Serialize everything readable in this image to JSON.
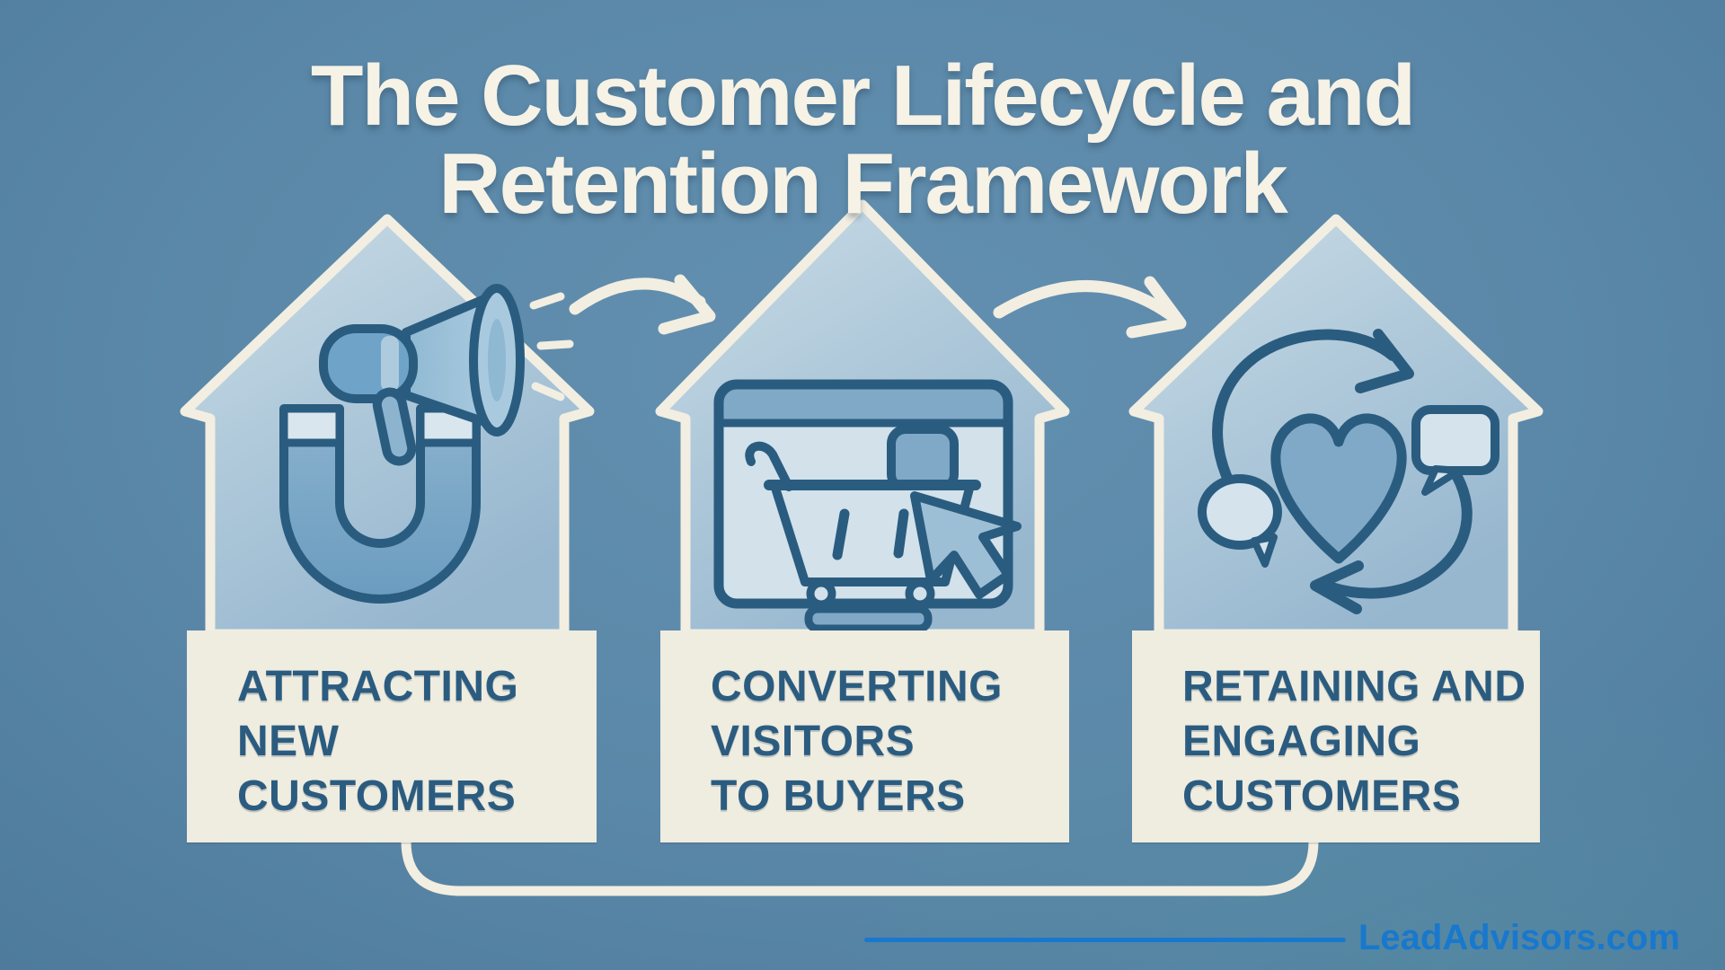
{
  "title": {
    "line1": "The Customer Lifecycle and",
    "line2": "Retention Framework"
  },
  "stages": [
    {
      "name": "Attracting New Customers",
      "icon": "megaphone-magnet-icon",
      "label_lines": [
        "ATTRACTING",
        "NEW",
        "CUSTOMERS"
      ]
    },
    {
      "name": "Converting Visitors to Buyers",
      "icon": "monitor-cart-cursor-icon",
      "label_lines": [
        "CONVERTING",
        "VISITORS",
        "TO BUYERS"
      ]
    },
    {
      "name": "Retaining and Engaging Customers",
      "icon": "heart-cycle-chat-icon",
      "label_lines": [
        "RETAINING AND",
        "ENGAGING",
        "CUSTOMERS"
      ]
    }
  ],
  "icons": [
    "megaphone-icon",
    "sound-waves-icon",
    "magnet-icon",
    "monitor-icon",
    "shopping-cart-icon",
    "cursor-icon",
    "refresh-cycle-icon",
    "heart-icon",
    "speech-bubble-square-icon",
    "speech-bubble-round-icon",
    "flow-arrow-icon",
    "loop-connector-line"
  ],
  "footer": {
    "brand": "LeadAdvisors.com"
  },
  "colors": {
    "background": "#5b88a8",
    "house_fill_light": "#c9dae5",
    "house_fill_dark": "#9cbbd2",
    "house_outline": "#f2eee1",
    "icon_stroke": "#2a5c80",
    "icon_fill_medium": "#7fa9c7",
    "icon_fill_light": "#d4e3ec",
    "label_box_bg": "#efece0",
    "label_text": "#2b5c80",
    "title_text": "#f6f2e6",
    "brand_blue": "#1878cd"
  }
}
